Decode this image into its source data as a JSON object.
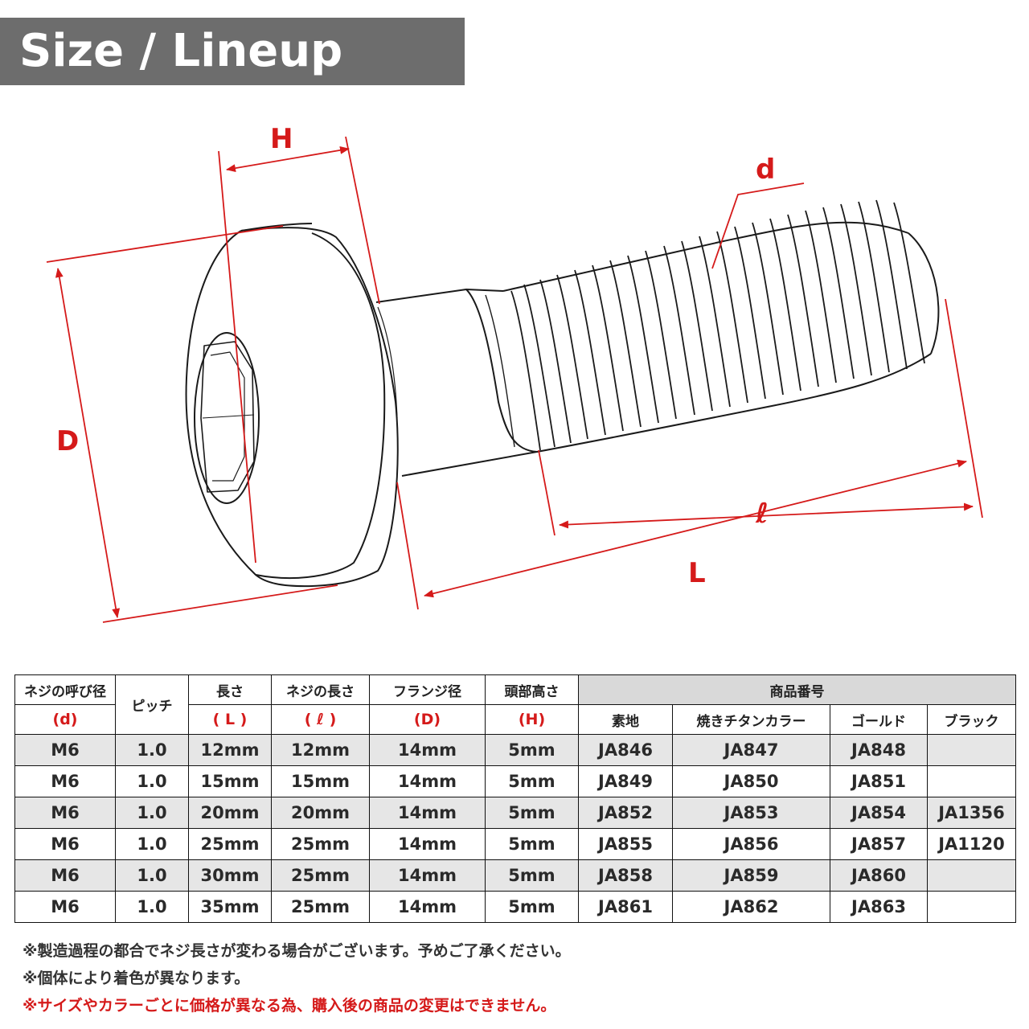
{
  "banner": {
    "title": "Size / Lineup"
  },
  "diagram": {
    "labels": {
      "H": "H",
      "d": "d",
      "D": "D",
      "l": "ℓ",
      "L": "L"
    }
  },
  "colors": {
    "banner": "#6d6d6d",
    "accent_red": "#d51a1a",
    "row_shade": "#e6e6e6",
    "header_shade": "#d9d9d9"
  },
  "table": {
    "headers": {
      "nominal": {
        "label": "ネジの呼び径",
        "symbol": "(d)"
      },
      "pitch": {
        "label": "ピッチ"
      },
      "length": {
        "label": "長さ",
        "symbol": "( L )"
      },
      "thread_length": {
        "label": "ネジの長さ",
        "symbol": "( ℓ )"
      },
      "flange": {
        "label": "フランジ径",
        "symbol": "(D)"
      },
      "head_height": {
        "label": "頭部高さ",
        "symbol": "(H)"
      },
      "product_no": {
        "label": "商品番号"
      },
      "finishes": [
        "素地",
        "焼きチタンカラー",
        "ゴールド",
        "ブラック"
      ]
    },
    "rows": [
      [
        "M6",
        "1.0",
        "12mm",
        "12mm",
        "14mm",
        "5mm",
        "JA846",
        "JA847",
        "JA848",
        ""
      ],
      [
        "M6",
        "1.0",
        "15mm",
        "15mm",
        "14mm",
        "5mm",
        "JA849",
        "JA850",
        "JA851",
        ""
      ],
      [
        "M6",
        "1.0",
        "20mm",
        "20mm",
        "14mm",
        "5mm",
        "JA852",
        "JA853",
        "JA854",
        "JA1356"
      ],
      [
        "M6",
        "1.0",
        "25mm",
        "25mm",
        "14mm",
        "5mm",
        "JA855",
        "JA856",
        "JA857",
        "JA1120"
      ],
      [
        "M6",
        "1.0",
        "30mm",
        "25mm",
        "14mm",
        "5mm",
        "JA858",
        "JA859",
        "JA860",
        ""
      ],
      [
        "M6",
        "1.0",
        "35mm",
        "25mm",
        "14mm",
        "5mm",
        "JA861",
        "JA862",
        "JA863",
        ""
      ]
    ]
  },
  "notes": [
    "※製造過程の都合でネジ長さが変わる場合がございます。予めご了承ください。",
    "※個体により着色が異なります。",
    "※サイズやカラーごとに価格が異なる為、購入後の商品の変更はできません。"
  ]
}
